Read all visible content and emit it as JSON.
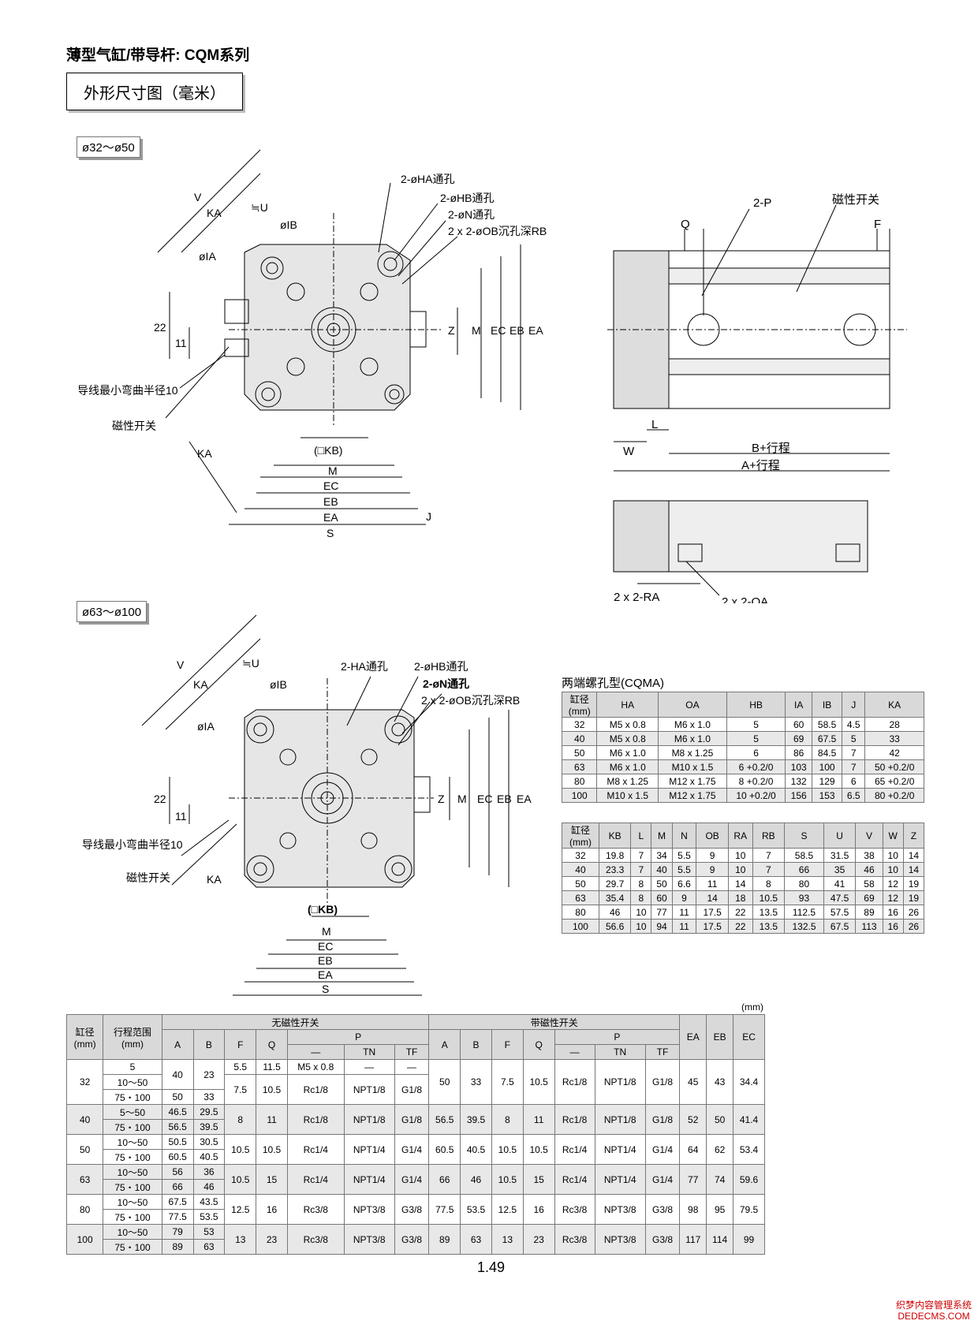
{
  "header": {
    "title": "薄型气缸/带导杆: CQM系列",
    "subtitle": "外形尺寸图（毫米）"
  },
  "tabs": {
    "small": "ø32～ø50",
    "large": "ø63～ø100"
  },
  "drawing_small": {
    "labels": {
      "ha": "2-øHA通孔",
      "hb": "2-øHB通孔",
      "n": "2-øN通孔",
      "ob": "2 x 2-øOB沉孔深RB",
      "v": "V",
      "ka": "KA",
      "u": "≒U",
      "ib": "øIB",
      "ia": "øIA",
      "d22": "22",
      "d11": "11",
      "wire": "导线最小弯曲半径10",
      "sw": "磁性开关",
      "z": "Z",
      "m": "M",
      "ec": "EC",
      "eb": "EB",
      "ea": "EA",
      "kb": "(□KB)",
      "s": "S",
      "j": "J"
    }
  },
  "drawing_side": {
    "labels": {
      "p": "2-P",
      "sw": "磁性开关",
      "q": "Q",
      "f": "F",
      "w": "W",
      "l": "L",
      "b_stroke": "B+行程",
      "a_stroke": "A+行程",
      "ra": "2 x 2-RA",
      "oa": "2 x 2-OA"
    }
  },
  "drawing_large": {
    "labels": {
      "ha": "2-HA通孔",
      "hb": "2-øHB通孔",
      "n": "2-øN通孔",
      "ob": "2 x 2-øOB沉孔深RB",
      "v": "V",
      "ka": "KA",
      "u": "≒U",
      "ib": "øIB",
      "ia": "øIA",
      "d22": "22",
      "d11": "11",
      "wire": "导线最小弯曲半径10",
      "sw": "磁性开关",
      "z": "Z",
      "m": "M",
      "ec": "EC",
      "eb": "EB",
      "ea": "EA",
      "kb": "(□KB)",
      "s": "S"
    }
  },
  "cqma": {
    "caption": "两端螺孔型(CQMA)",
    "headers1": [
      "缸径\n(mm)",
      "HA",
      "OA",
      "HB",
      "IA",
      "IB",
      "J",
      "KA"
    ],
    "rows1": [
      [
        "32",
        "M5 x 0.8",
        "M6 x 1.0",
        "5",
        "60",
        "58.5",
        "4.5",
        "28"
      ],
      [
        "40",
        "M5 x 0.8",
        "M6 x 1.0",
        "5",
        "69",
        "67.5",
        "5",
        "33"
      ],
      [
        "50",
        "M6 x 1.0",
        "M8 x 1.25",
        "6",
        "86",
        "84.5",
        "7",
        "42"
      ],
      [
        "63",
        "M6 x 1.0",
        "M10 x 1.5",
        "6 +0.2/0",
        "103",
        "100",
        "7",
        "50 +0.2/0"
      ],
      [
        "80",
        "M8 x 1.25",
        "M12 x 1.75",
        "8 +0.2/0",
        "132",
        "129",
        "6",
        "65 +0.2/0"
      ],
      [
        "100",
        "M10 x 1.5",
        "M12 x 1.75",
        "10 +0.2/0",
        "156",
        "153",
        "6.5",
        "80 +0.2/0"
      ]
    ],
    "headers2": [
      "缸径\n(mm)",
      "KB",
      "L",
      "M",
      "N",
      "OB",
      "RA",
      "RB",
      "S",
      "U",
      "V",
      "W",
      "Z"
    ],
    "rows2": [
      [
        "32",
        "19.8",
        "7",
        "34",
        "5.5",
        "9",
        "10",
        "7",
        "58.5",
        "31.5",
        "38",
        "10",
        "14"
      ],
      [
        "40",
        "23.3",
        "7",
        "40",
        "5.5",
        "9",
        "10",
        "7",
        "66",
        "35",
        "46",
        "10",
        "14"
      ],
      [
        "50",
        "29.7",
        "8",
        "50",
        "6.6",
        "11",
        "14",
        "8",
        "80",
        "41",
        "58",
        "12",
        "19"
      ],
      [
        "63",
        "35.4",
        "8",
        "60",
        "9",
        "14",
        "18",
        "10.5",
        "93",
        "47.5",
        "69",
        "12",
        "19"
      ],
      [
        "80",
        "46",
        "10",
        "77",
        "11",
        "17.5",
        "22",
        "13.5",
        "112.5",
        "57.5",
        "89",
        "16",
        "26"
      ],
      [
        "100",
        "56.6",
        "10",
        "94",
        "11",
        "17.5",
        "22",
        "13.5",
        "132.5",
        "67.5",
        "113",
        "16",
        "26"
      ]
    ]
  },
  "main_table": {
    "unit": "(mm)",
    "group_no_switch": "无磁性开关",
    "group_switch": "带磁性开关",
    "h_bore": "缸径\n(mm)",
    "h_stroke": "行程范围\n(mm)",
    "h_a": "A",
    "h_b": "B",
    "h_f": "F",
    "h_q": "Q",
    "h_p": "P",
    "h_dash": "—",
    "h_tn": "TN",
    "h_tf": "TF",
    "h_ea": "EA",
    "h_eb": "EB",
    "h_ec": "EC",
    "rows": [
      {
        "bore": "32",
        "sub": [
          [
            "5",
            "40",
            "23",
            "5.5",
            "11.5",
            "M5 x 0.8",
            "—",
            "—"
          ],
          [
            "10～50",
            "",
            "",
            "7.5",
            "10.5",
            "Rc1/8",
            "NPT1/8",
            "G1/8"
          ],
          [
            "75・100",
            "50",
            "33",
            "",
            "",
            "",
            "",
            ""
          ]
        ],
        "sw": [
          "50",
          "33",
          "7.5",
          "10.5",
          "Rc1/8",
          "NPT1/8",
          "G1/8"
        ],
        "ea": "45",
        "eb": "43",
        "ec": "34.4"
      },
      {
        "bore": "40",
        "sub": [
          [
            "5～50",
            "46.5",
            "29.5"
          ],
          [
            "75・100",
            "56.5",
            "39.5"
          ]
        ],
        "f": "8",
        "q": "11",
        "p": [
          "Rc1/8",
          "NPT1/8",
          "G1/8"
        ],
        "sw": [
          "56.5",
          "39.5",
          "8",
          "11",
          "Rc1/8",
          "NPT1/8",
          "G1/8"
        ],
        "ea": "52",
        "eb": "50",
        "ec": "41.4"
      },
      {
        "bore": "50",
        "sub": [
          [
            "10～50",
            "50.5",
            "30.5"
          ],
          [
            "75・100",
            "60.5",
            "40.5"
          ]
        ],
        "f": "10.5",
        "q": "10.5",
        "p": [
          "Rc1/4",
          "NPT1/4",
          "G1/4"
        ],
        "sw": [
          "60.5",
          "40.5",
          "10.5",
          "10.5",
          "Rc1/4",
          "NPT1/4",
          "G1/4"
        ],
        "ea": "64",
        "eb": "62",
        "ec": "53.4"
      },
      {
        "bore": "63",
        "sub": [
          [
            "10～50",
            "56",
            "36"
          ],
          [
            "75・100",
            "66",
            "46"
          ]
        ],
        "f": "10.5",
        "q": "15",
        "p": [
          "Rc1/4",
          "NPT1/4",
          "G1/4"
        ],
        "sw": [
          "66",
          "46",
          "10.5",
          "15",
          "Rc1/4",
          "NPT1/4",
          "G1/4"
        ],
        "ea": "77",
        "eb": "74",
        "ec": "59.6"
      },
      {
        "bore": "80",
        "sub": [
          [
            "10～50",
            "67.5",
            "43.5"
          ],
          [
            "75・100",
            "77.5",
            "53.5"
          ]
        ],
        "f": "12.5",
        "q": "16",
        "p": [
          "Rc3/8",
          "NPT3/8",
          "G3/8"
        ],
        "sw": [
          "77.5",
          "53.5",
          "12.5",
          "16",
          "Rc3/8",
          "NPT3/8",
          "G3/8"
        ],
        "ea": "98",
        "eb": "95",
        "ec": "79.5"
      },
      {
        "bore": "100",
        "sub": [
          [
            "10～50",
            "79",
            "53"
          ],
          [
            "75・100",
            "89",
            "63"
          ]
        ],
        "f": "13",
        "q": "23",
        "p": [
          "Rc3/8",
          "NPT3/8",
          "G3/8"
        ],
        "sw": [
          "89",
          "63",
          "13",
          "23",
          "Rc3/8",
          "NPT3/8",
          "G3/8"
        ],
        "ea": "117",
        "eb": "114",
        "ec": "99"
      }
    ]
  },
  "page_number": "1.49",
  "watermark": {
    "line1": "织梦内容管理系统",
    "line2": "DEDECMS.COM"
  }
}
